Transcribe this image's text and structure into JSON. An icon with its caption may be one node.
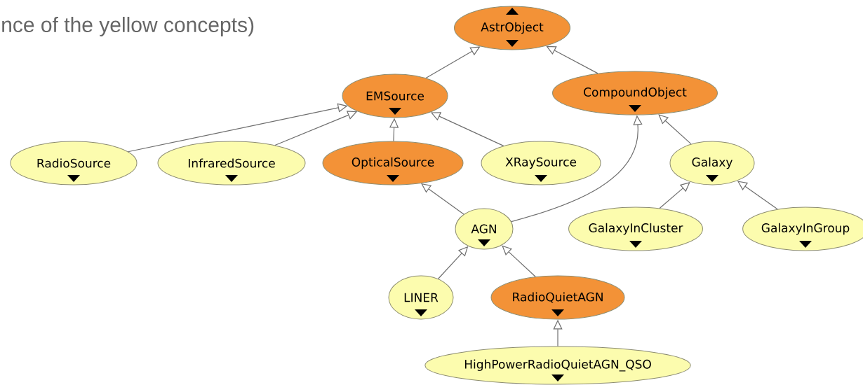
{
  "diagram": {
    "nodes": [
      {
        "text": [
          "AstrObject"
        ]
      },
      {
        "text": [
          "EMSource"
        ]
      },
      {
        "text": [
          "CompoundObject"
        ]
      },
      {
        "text": [
          "RadioSource"
        ]
      },
      {
        "text": [
          "InfraredSource"
        ]
      },
      {
        "text": [
          "OpticalSource"
        ]
      },
      {
        "text": [
          "XRaySource"
        ]
      },
      {
        "text": [
          "Galaxy"
        ]
      },
      {
        "text": [
          "AGN"
        ]
      },
      {
        "text": [
          "GalaxyInCluster"
        ]
      },
      {
        "text": [
          "GalaxyInGroup"
        ]
      },
      {
        "text": [
          "LINER"
        ]
      },
      {
        "text": [
          "RadioQuietAGN"
        ]
      },
      {
        "text": [
          "HighPowerRadioQuietAGN_QSO"
        ]
      }
    ],
    "edges": [
      {
        "from": 1,
        "to": 0,
        "arrow": "to"
      },
      {
        "from": 2,
        "to": 0,
        "arrow": "to"
      },
      {
        "from": 3,
        "to": 1,
        "arrow": "to"
      },
      {
        "from": 4,
        "to": 1,
        "arrow": "to"
      },
      {
        "from": 5,
        "to": 1,
        "arrow": "to"
      },
      {
        "from": 6,
        "to": 1,
        "arrow": "to"
      },
      {
        "from": 7,
        "to": 2,
        "arrow": "to"
      },
      {
        "from": 8,
        "to": 5,
        "arrow": "to"
      },
      {
        "from": 8,
        "to": 2,
        "arrow": "to"
      },
      {
        "from": 9,
        "to": 7,
        "arrow": "to"
      },
      {
        "from": 10,
        "to": 7,
        "arrow": "to"
      },
      {
        "from": 11,
        "to": 8,
        "arrow": "to"
      },
      {
        "from": 12,
        "to": 8,
        "arrow": "to"
      },
      {
        "from": 13,
        "to": 12,
        "arrow": "to"
      }
    ],
    "labels": [
      "nce of the yellow concepts)"
    ]
  }
}
